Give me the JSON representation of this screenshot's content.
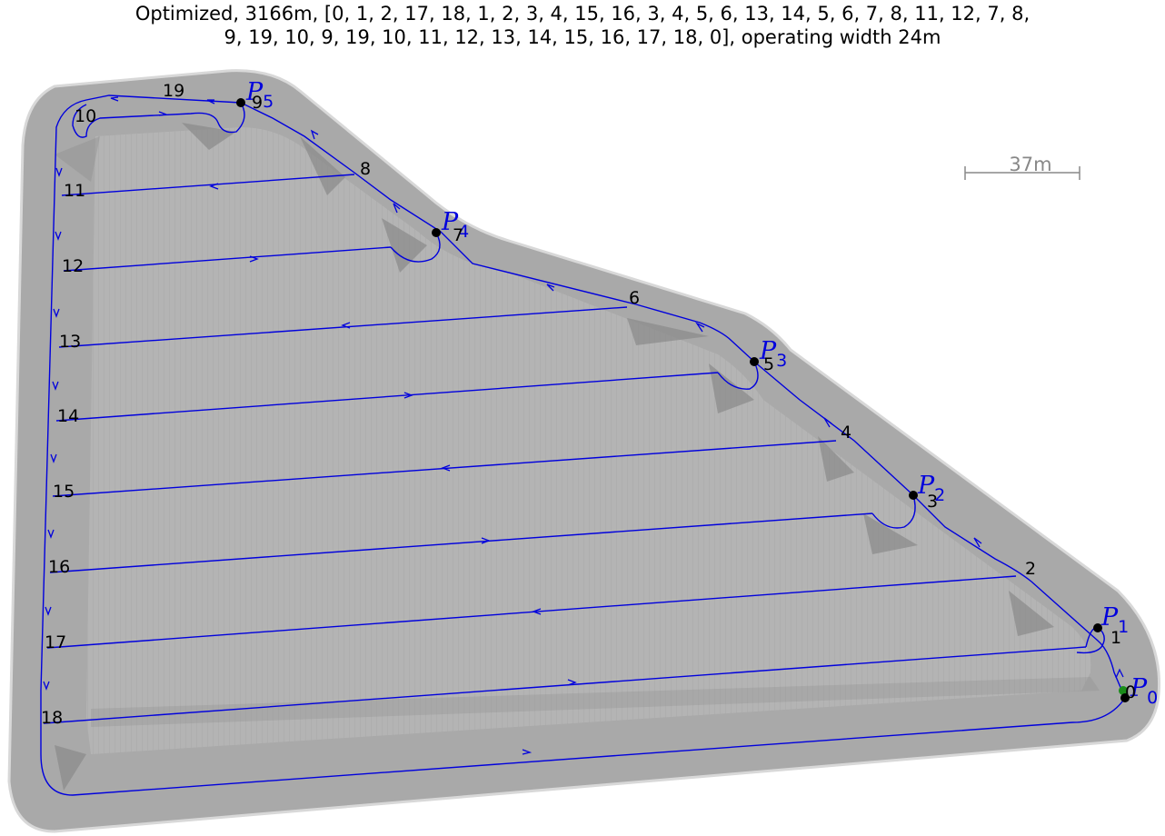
{
  "title": {
    "line1": "Optimized, 3166m, [0, 1, 2, 17, 18, 1, 2, 3, 4, 15, 16, 3, 4, 5, 6, 13, 14, 5, 6, 7, 8, 11, 12, 7, 8,",
    "line2": "9, 19, 10, 9, 19, 10, 11, 12, 13, 14, 15, 16, 17, 18, 0], operating width 24m"
  },
  "scale_bar": {
    "label": "37m"
  },
  "colors": {
    "field": "#b9b9b9",
    "headland": "#a3a3a3",
    "route": "#0000dd",
    "point": "#000000",
    "start_point": "#1a8c1a"
  },
  "waypoints": [
    {
      "label": "0"
    },
    {
      "label": "1"
    },
    {
      "label": "2"
    },
    {
      "label": "3"
    },
    {
      "label": "4"
    },
    {
      "label": "5"
    },
    {
      "label": "6"
    },
    {
      "label": "7"
    },
    {
      "label": "8"
    },
    {
      "label": "9"
    },
    {
      "label": "10"
    },
    {
      "label": "11"
    },
    {
      "label": "12"
    },
    {
      "label": "13"
    },
    {
      "label": "14"
    },
    {
      "label": "15"
    },
    {
      "label": "16"
    },
    {
      "label": "17"
    },
    {
      "label": "18"
    },
    {
      "label": "19"
    }
  ],
  "points": [
    {
      "symbol": "P",
      "sub": "0"
    },
    {
      "symbol": "P",
      "sub": "1"
    },
    {
      "symbol": "P",
      "sub": "2"
    },
    {
      "symbol": "P",
      "sub": "3"
    },
    {
      "symbol": "P",
      "sub": "4"
    },
    {
      "symbol": "P",
      "sub": "5"
    }
  ]
}
